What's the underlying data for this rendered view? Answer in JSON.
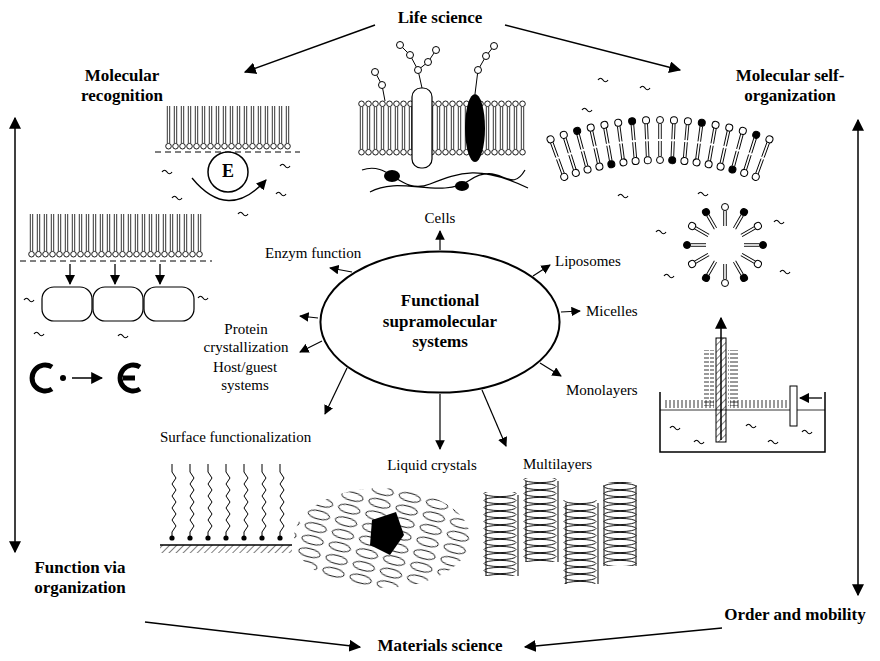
{
  "diagram": {
    "nodes": [
      {
        "text": [
          "Functional supramolecular systems"
        ]
      }
    ],
    "labels": [
      "Life science",
      "Molecular recognition",
      "Molecular self-organization",
      "Cells",
      "E",
      "Enzym function",
      "Liposomes",
      "Micelles",
      "Protein crystallization",
      "Host/guest systems",
      "Monolayers",
      "Surface functionalization",
      "Liquid crystals",
      "Multilayers",
      "Function via organization",
      "Order and mobility",
      "Materials science"
    ]
  }
}
